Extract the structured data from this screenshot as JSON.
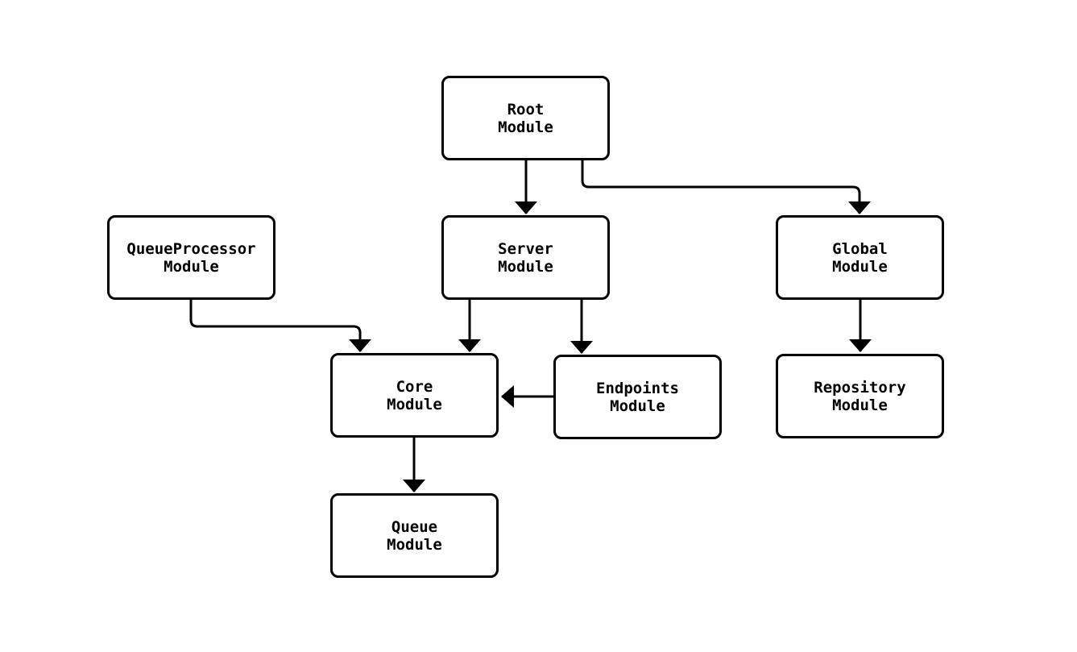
{
  "diagram": {
    "type": "module-dependency-flowchart",
    "colors": {
      "background": "#ffffff",
      "node_fill": "#ffffff",
      "edge": "#000000",
      "text": "#000000"
    },
    "nodes": {
      "root": {
        "line1": "Root",
        "line2": "Module"
      },
      "queueprocessor": {
        "line1": "QueueProcessor",
        "line2": "Module"
      },
      "server": {
        "line1": "Server",
        "line2": "Module"
      },
      "global": {
        "line1": "Global",
        "line2": "Module"
      },
      "core": {
        "line1": "Core",
        "line2": "Module"
      },
      "endpoints": {
        "line1": "Endpoints",
        "line2": "Module"
      },
      "repository": {
        "line1": "Repository",
        "line2": "Module"
      },
      "queue": {
        "line1": "Queue",
        "line2": "Module"
      }
    },
    "edges": [
      {
        "from": "Root Module",
        "to": "Server Module"
      },
      {
        "from": "Root Module",
        "to": "Global Module"
      },
      {
        "from": "QueueProcessor Module",
        "to": "Core Module"
      },
      {
        "from": "Server Module",
        "to": "Core Module"
      },
      {
        "from": "Server Module",
        "to": "Endpoints Module"
      },
      {
        "from": "Endpoints Module",
        "to": "Core Module"
      },
      {
        "from": "Global Module",
        "to": "Repository Module"
      },
      {
        "from": "Core Module",
        "to": "Queue Module"
      }
    ]
  }
}
